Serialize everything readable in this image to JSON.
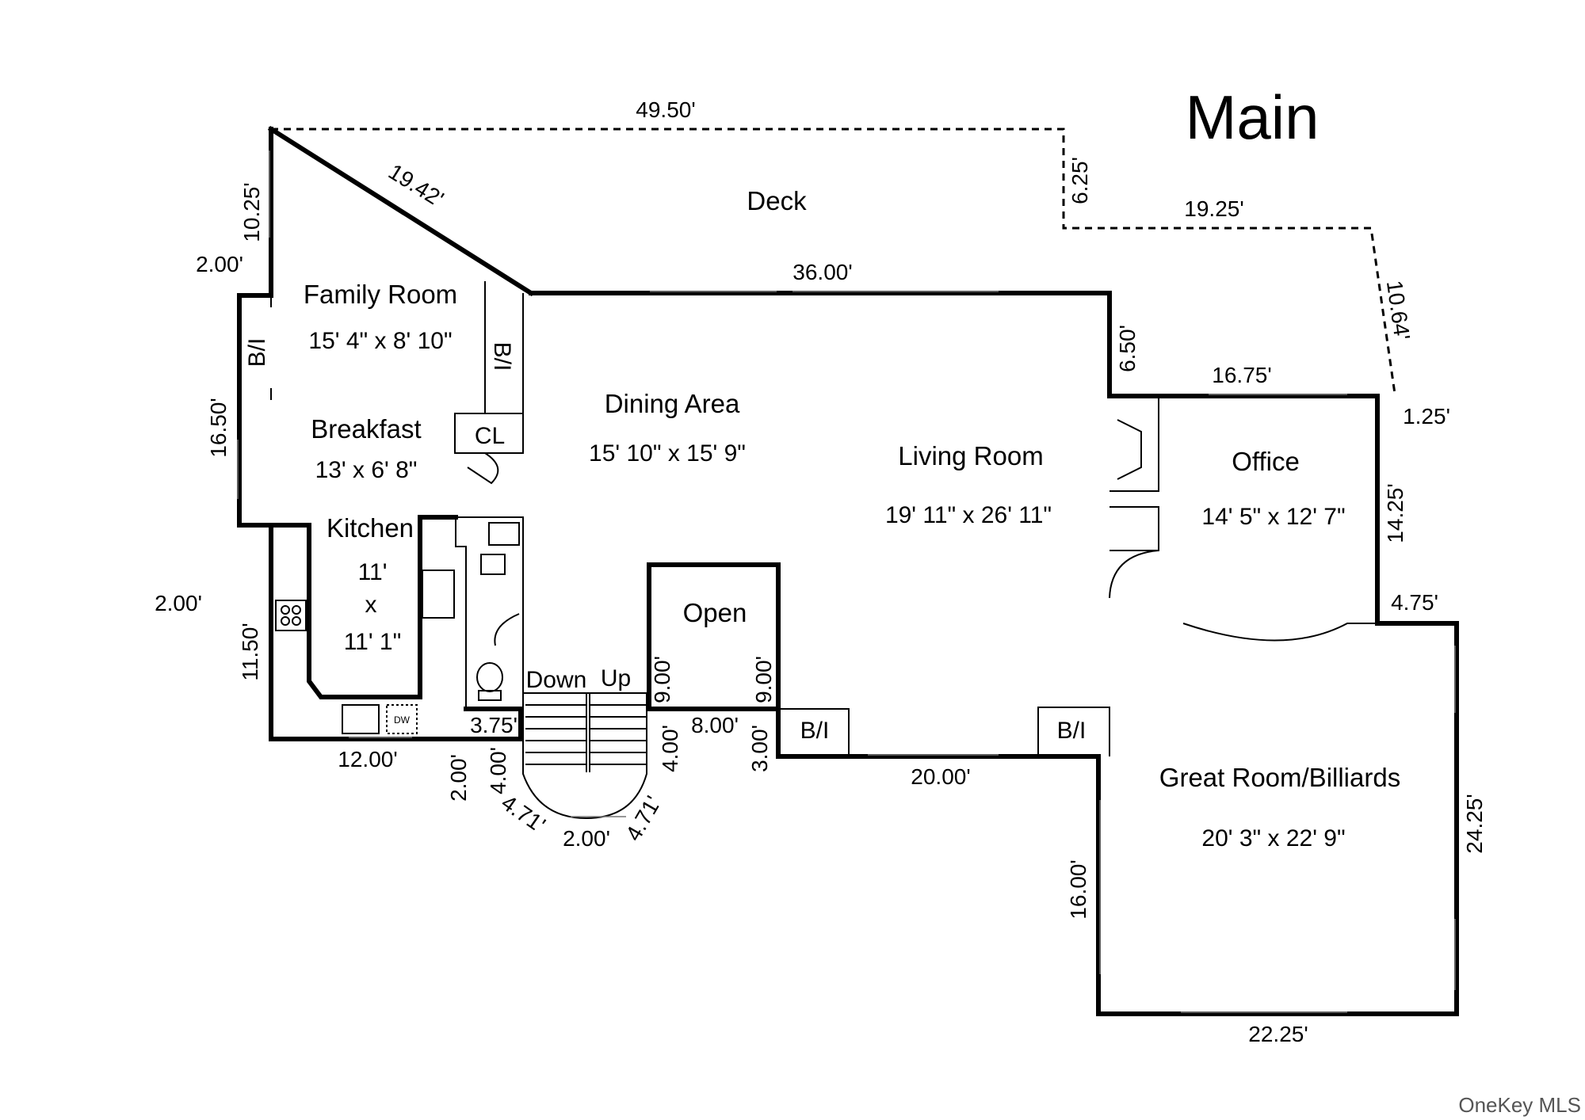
{
  "title": "Main",
  "watermark": "OneKey MLS",
  "rooms": {
    "deck": {
      "name": "Deck"
    },
    "family_room": {
      "name": "Family Room",
      "dims": "15' 4\" x 8' 10\""
    },
    "breakfast": {
      "name": "Breakfast",
      "dims": "13' x 6' 8\""
    },
    "kitchen": {
      "name": "Kitchen",
      "dim1": "11'",
      "dim2": "x",
      "dim3": "11' 1\""
    },
    "dining": {
      "name": "Dining Area",
      "dims": "15' 10\" x 15' 9\""
    },
    "living": {
      "name": "Living Room",
      "dims": "19' 11\" x 26' 11\""
    },
    "office": {
      "name": "Office",
      "dims": "14' 5\" x 12' 7\""
    },
    "great_room": {
      "name": "Great Room/Billiards",
      "dims": "20' 3\" x 22' 9\""
    },
    "open": {
      "name": "Open"
    }
  },
  "labels": {
    "cl": "CL",
    "bi_left": "B/I",
    "bi_family": "B/I",
    "bi_open": "B/I",
    "bi_living": "B/I",
    "down": "Down",
    "up": "Up",
    "dw": "DW"
  },
  "dimensions": {
    "deck_top": "49.50'",
    "deck_right_a": "6.25'",
    "deck_right_b": "19.25'",
    "deck_right_c": "10.64'",
    "deck_diag": "19.42'",
    "deck_left": "10.25'",
    "left_jog_top": "2.00'",
    "dining_top": "36.00'",
    "living_right": "6.50'",
    "office_top": "16.75'",
    "office_corner": "1.25'",
    "left_side": "16.50'",
    "office_right": "14.25'",
    "left_jog_bottom": "2.00'",
    "office_jog": "4.75'",
    "kitchen_left": "11.50'",
    "stair_open_left": "9.00'",
    "stair_open_right": "9.00'",
    "stair_landing": "3.75'",
    "open_bottom": "8.00'",
    "kitchen_bottom": "12.00'",
    "stair_left_side": "4.00'",
    "stair_right_side": "4.00'",
    "open_step": "3.00'",
    "living_bottom": "20.00'",
    "stair_jog": "2.00'",
    "stair_arc_left": "4.71'",
    "stair_arc_bottom": "2.00'",
    "stair_arc_right": "4.71'",
    "great_right": "24.25'",
    "great_left": "16.00'",
    "great_bottom": "22.25'"
  }
}
